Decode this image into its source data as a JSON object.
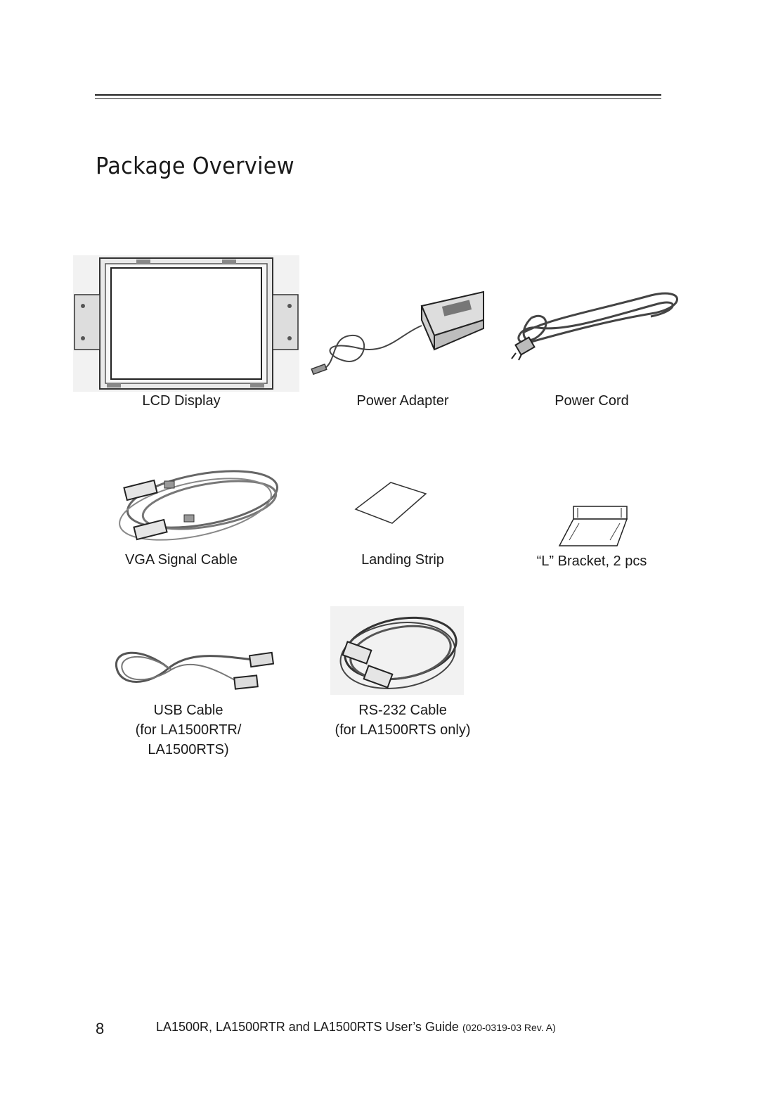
{
  "section_title": "Package Overview",
  "items": [
    {
      "label": "LCD Display",
      "icon": "lcd-display-icon"
    },
    {
      "label": "Power Adapter",
      "icon": "power-adapter-icon"
    },
    {
      "label": "Power Cord",
      "icon": "power-cord-icon"
    },
    {
      "label": "VGA Signal Cable",
      "icon": "vga-cable-icon"
    },
    {
      "label": "Landing Strip",
      "icon": "landing-strip-icon"
    },
    {
      "label": "“L” Bracket, 2 pcs",
      "icon": "l-bracket-icon"
    },
    {
      "label": "USB Cable",
      "note_1": "(for LA1500RTR/",
      "note_2": "LA1500RTS)",
      "icon": "usb-cable-icon"
    },
    {
      "label": "RS-232 Cable",
      "note_1": "(for LA1500RTS only)",
      "icon": "rs232-cable-icon"
    }
  ],
  "footer": {
    "page_number": "8",
    "guide_title": "LA1500R, LA1500RTR and LA1500RTS User’s Guide",
    "doc_revision": "(020-0319-03 Rev. A)"
  }
}
